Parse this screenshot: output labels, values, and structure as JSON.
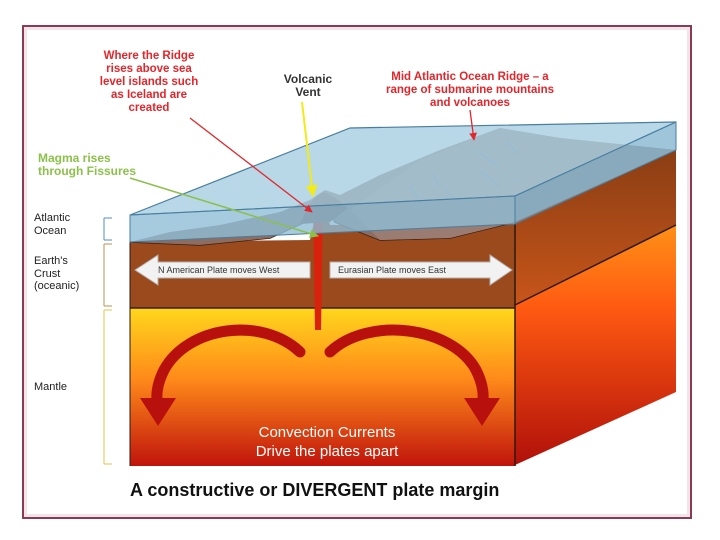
{
  "labels": {
    "ridge_islands": [
      "Where the Ridge",
      "rises above sea",
      "level islands such",
      "as Iceland are",
      "created"
    ],
    "volcanic_vent": [
      "Volcanic",
      "Vent"
    ],
    "mid_atlantic": [
      "Mid Atlantic Ocean Ridge – a",
      "range of submarine mountains",
      "and volcanoes"
    ],
    "magma": [
      "Magma rises",
      "through Fissures"
    ],
    "atlantic_ocean": [
      "Atlantic",
      "Ocean"
    ],
    "earths_crust": [
      "Earth's",
      "Crust",
      "(oceanic)"
    ],
    "mantle": "Mantle"
  },
  "plates": {
    "left": "N American Plate moves West",
    "right": "Eurasian  Plate  moves  East"
  },
  "convection": [
    "Convection Currents",
    "Drive the plates apart"
  ],
  "caption": "A constructive or DIVERGENT plate margin",
  "colors": {
    "frame": "#8a3a55",
    "red_label": "#e3262b",
    "green_label": "#8cc04b",
    "ocean": "#9cc6dc",
    "crust": "#9a4a1c",
    "seafloor": "#8a6a60",
    "mantle_top": "#ffd21a",
    "mantle_bottom": "#c0140c"
  }
}
